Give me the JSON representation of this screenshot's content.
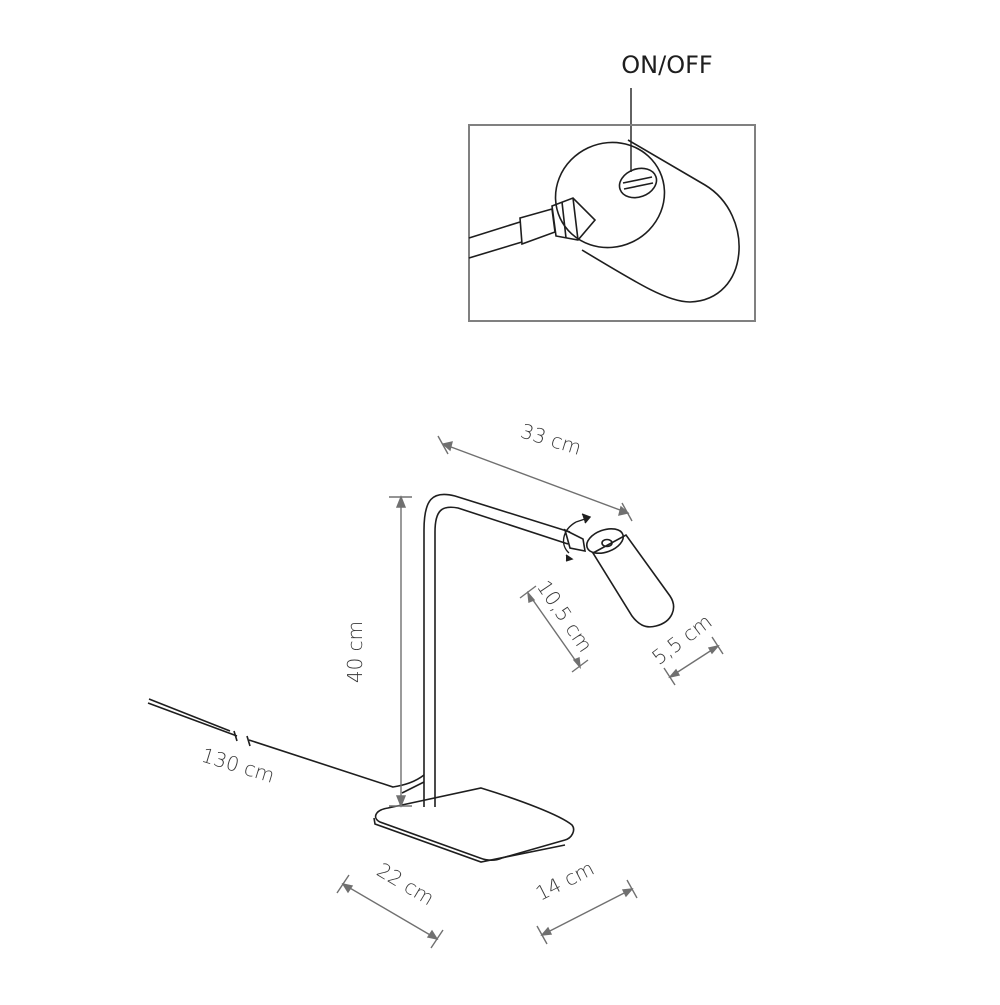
{
  "callout": {
    "switch_label": "ON/OFF"
  },
  "dimensions": {
    "arm_length": "33 cm",
    "height": "40 cm",
    "head_length": "10,5 cm",
    "head_diameter": "5,5 cm",
    "cable_length": "130 cm",
    "base_length": "22 cm",
    "base_width": "14 cm"
  },
  "colors": {
    "line": "#1e1e1e",
    "dimension": "#707070",
    "frame": "#808080"
  },
  "icons": [
    "rotate-arrows-icon",
    "on-off-switch-icon"
  ]
}
